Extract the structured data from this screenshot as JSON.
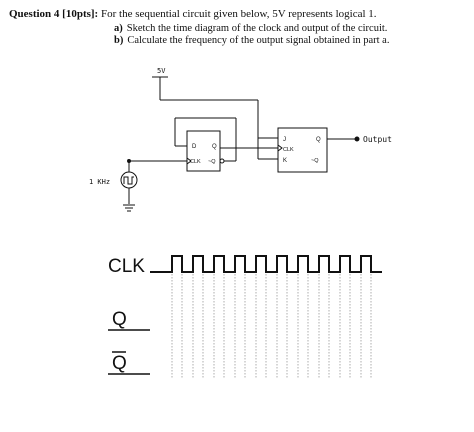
{
  "question": {
    "title": "Question 4 [10pts]:",
    "intro": "For the sequential circuit given below, 5V represents logical 1.",
    "parts": [
      {
        "label": "a)",
        "text": "Sketch the time diagram of the clock and output of the circuit."
      },
      {
        "label": "b)",
        "text": "Calculate the frequency of the output signal obtained in part a."
      }
    ]
  },
  "circuit": {
    "supply_label": "5V",
    "source_label": "1 KHz",
    "output_label": "Output",
    "ff1": {
      "in_left": "D",
      "out_q": "Q",
      "clk": "CLK",
      "out_nq": "~Q"
    },
    "ff2": {
      "in_j": "J",
      "out_q": "Q",
      "clk": "CLK",
      "in_k": "K",
      "out_nq": "~Q"
    }
  },
  "timing": {
    "clk_label": "CLK",
    "q_label": "Q",
    "nq_label": "Q",
    "clock_pulses": 10
  }
}
